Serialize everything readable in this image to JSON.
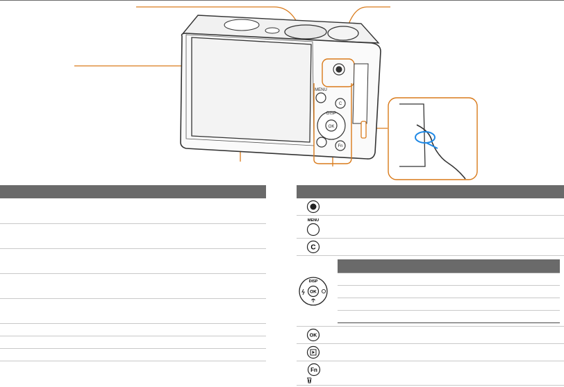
{
  "page": {
    "background": "#ffffff",
    "accent": "#d97a1a",
    "header_color": "#6a6a6a"
  },
  "camera": {
    "menu_label": "MENU",
    "disp_label": "DISP",
    "ok_label": "OK",
    "c_label": "C",
    "fn_label": "Fn"
  },
  "left_table": {
    "headers": [
      "",
      ""
    ],
    "rows": [
      [
        "",
        ""
      ],
      [
        "",
        ""
      ],
      [
        "",
        ""
      ],
      [
        "",
        ""
      ],
      [
        "",
        ""
      ],
      [
        "",
        ""
      ],
      [
        "",
        ""
      ],
      [
        "",
        ""
      ]
    ]
  },
  "right_table": {
    "headers": [
      "",
      ""
    ],
    "rows": [
      {
        "icon": "record-button-icon",
        "desc": ""
      },
      {
        "icon": "menu-button-icon",
        "icon_label": "MENU",
        "desc": ""
      },
      {
        "icon": "c-button-icon",
        "icon_label": "C",
        "desc": ""
      },
      {
        "icon": "navigation-pad-icon",
        "desc": "",
        "inner": {
          "headers": [
            "",
            "",
            ""
          ],
          "rows": [
            [
              "",
              "",
              ""
            ],
            [
              "",
              "",
              ""
            ],
            [
              "",
              "",
              ""
            ],
            [
              "",
              "",
              ""
            ]
          ]
        }
      },
      {
        "icon": "ok-button-icon",
        "icon_label": "OK",
        "desc": ""
      },
      {
        "icon": "playback-button-icon",
        "desc": ""
      },
      {
        "icon": "fn-button-icon",
        "icon_label": "Fn",
        "desc": ""
      }
    ]
  }
}
